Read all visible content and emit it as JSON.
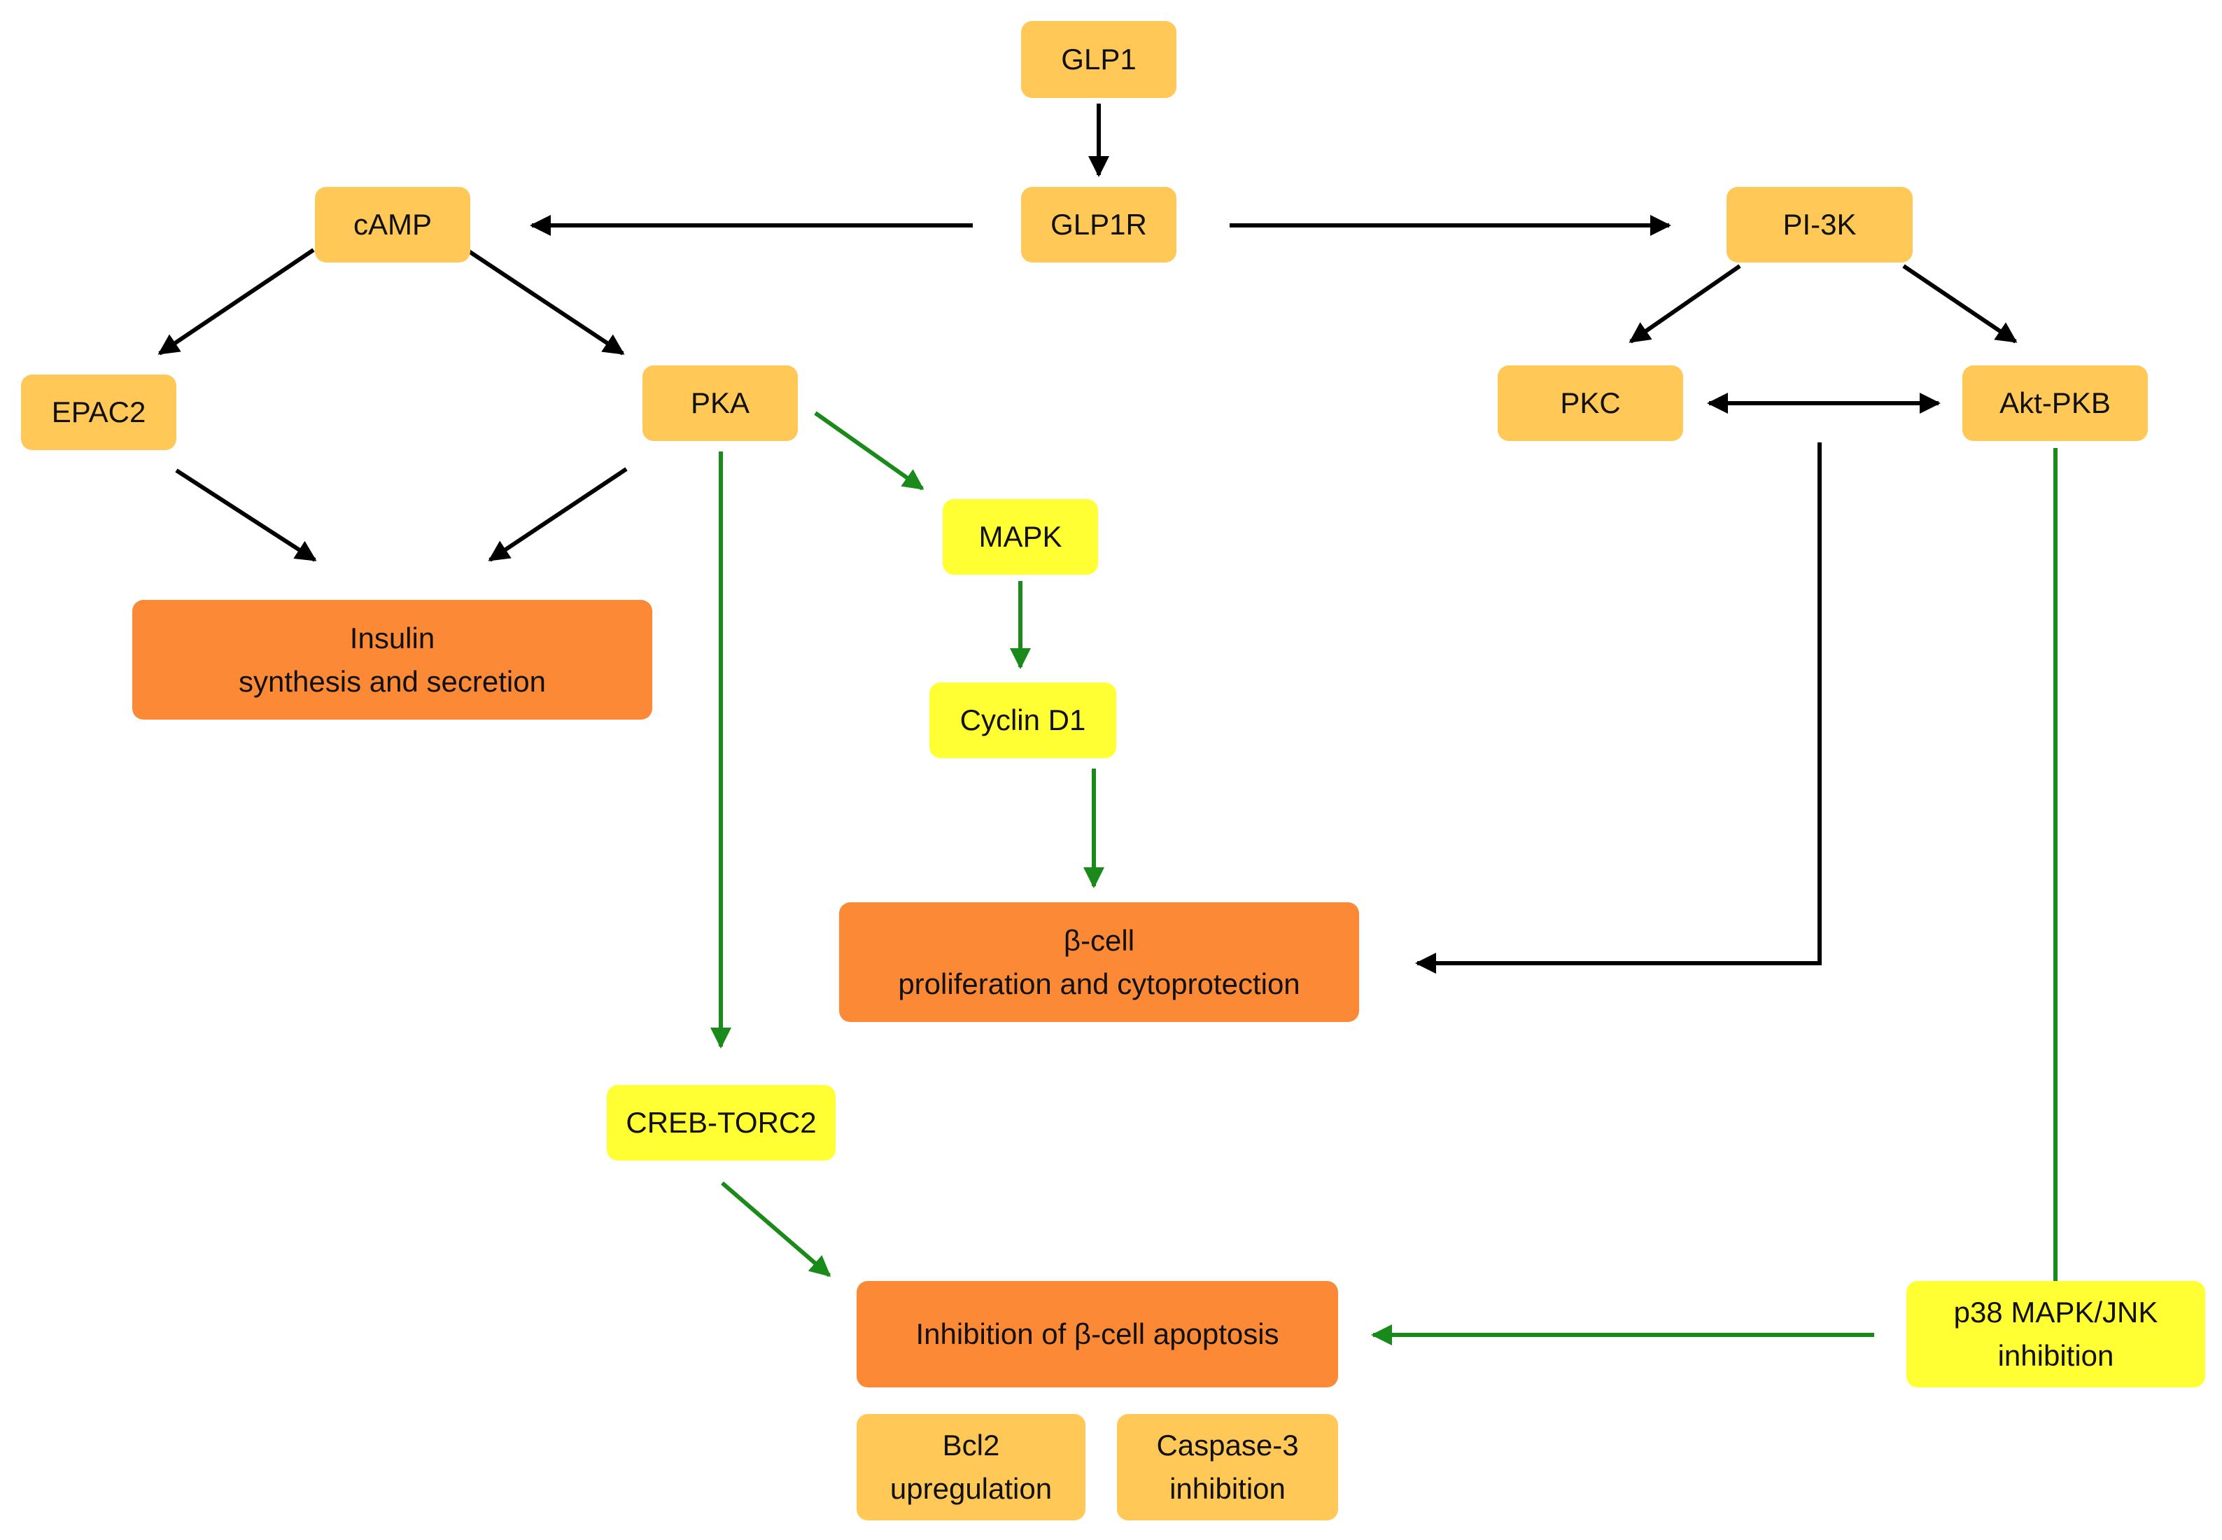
{
  "nodes": {
    "glp1": {
      "lines": [
        "GLP1"
      ]
    },
    "glp1r": {
      "lines": [
        "GLP1R"
      ]
    },
    "camp": {
      "lines": [
        "cAMP"
      ]
    },
    "pi3k": {
      "lines": [
        "PI-3K"
      ]
    },
    "epac2": {
      "lines": [
        "EPAC2"
      ]
    },
    "pka": {
      "lines": [
        "PKA"
      ]
    },
    "pkc": {
      "lines": [
        "PKC"
      ]
    },
    "akt": {
      "lines": [
        "Akt-PKB"
      ]
    },
    "mapk": {
      "lines": [
        "MAPK"
      ]
    },
    "cyclin": {
      "lines": [
        "Cyclin D1"
      ]
    },
    "insulin": {
      "lines": [
        "Insulin",
        "synthesis and secretion"
      ]
    },
    "bcell": {
      "lines": [
        "β-cell",
        "proliferation and cytoprotection"
      ]
    },
    "creb": {
      "lines": [
        "CREB-TORC2"
      ]
    },
    "inhib": {
      "lines": [
        "Inhibition of β-cell apoptosis"
      ]
    },
    "p38": {
      "lines": [
        "p38 MAPK/JNK",
        "inhibition"
      ]
    },
    "bcl2": {
      "lines": [
        "Bcl2",
        "upregulation"
      ]
    },
    "casp": {
      "lines": [
        "Caspase-3",
        "inhibition"
      ]
    }
  },
  "colors": {
    "molecule_fill": "#ffc857",
    "mediator_fill": "#ffff33",
    "outcome_fill": "#fb8935",
    "black_arrow": "#000000",
    "green_arrow": "#1a8a1a"
  }
}
